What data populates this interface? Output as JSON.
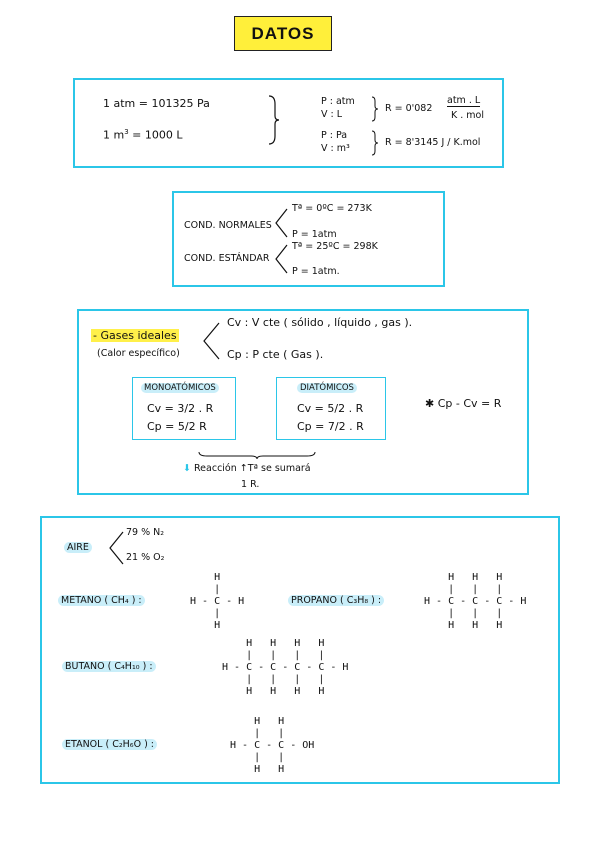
{
  "title": "DATOS",
  "units": {
    "atm": "1 atm  =  101325 Pa",
    "m3_prefix": "1 m",
    "m3_exp": "3",
    "m3_suffix": "  =  1000 L",
    "set1_p": "P : atm",
    "set1_v": "V : L",
    "set1_r_prefix": "R = 0'082",
    "set1_r_num": "atm . L",
    "set1_r_den": "K . mol",
    "set2_p": "P : Pa",
    "set2_v": "V : m³",
    "set2_r": "R = 8'3145 J / K.mol"
  },
  "conditions": {
    "normal_label": "COND. NORMALES",
    "normal_t": "Tª = 0ºC = 273K",
    "normal_p": "P = 1atm",
    "standard_label": "COND. ESTÁNDAR",
    "standard_t": "Tª = 25ºC = 298K",
    "standard_p": "P = 1atm."
  },
  "gases": {
    "label": "- Gases ideales",
    "sublabel": "(Calor específico)",
    "cv_def": "Cv : V cte  ( sólido , líquido , gas ).",
    "cp_def": "Cp : P cte  ( Gas ).",
    "mono_title": "MONOATÓMICOS",
    "mono_cv": "Cv = 3/2 . R",
    "mono_cp": "Cp = 5/2 R",
    "di_title": "DIATÓMICOS",
    "di_cv": "Cv = 5/2 . R",
    "di_cp": "Cp = 7/2 . R",
    "relation": "✱ Cp - Cv = R",
    "note_line1": "Reacción ↑Tª se sumará",
    "note_line2": "1 R."
  },
  "molecules": {
    "air_label": "AIRE",
    "air_n2": "79 %  N₂",
    "air_o2": "21 %  O₂",
    "methane_label": "METANO ( CH₄ ) :",
    "propane_label": "PROPANO ( C₃H₈ ) :",
    "butane_label": "BUTANO ( C₄H₁₀ ) :",
    "ethanol_label": "ETANOL ( C₂H₆O ) :",
    "methane_struct": "    H\n    |\nH - C - H\n    |\n    H",
    "propane_struct": "    H   H   H\n    |   |   |\nH - C - C - C - H\n    |   |   |\n    H   H   H",
    "butane_struct": "    H   H   H   H\n    |   |   |   |\nH - C - C - C - C - H\n    |   |   |   |\n    H   H   H   H",
    "ethanol_struct": "    H   H\n    |   |\nH - C - C - OH\n    |   |\n    H   H"
  },
  "colors": {
    "border": "#2bc6e8",
    "title_bg": "#ffef3a",
    "highlight": "#c9eef9"
  }
}
